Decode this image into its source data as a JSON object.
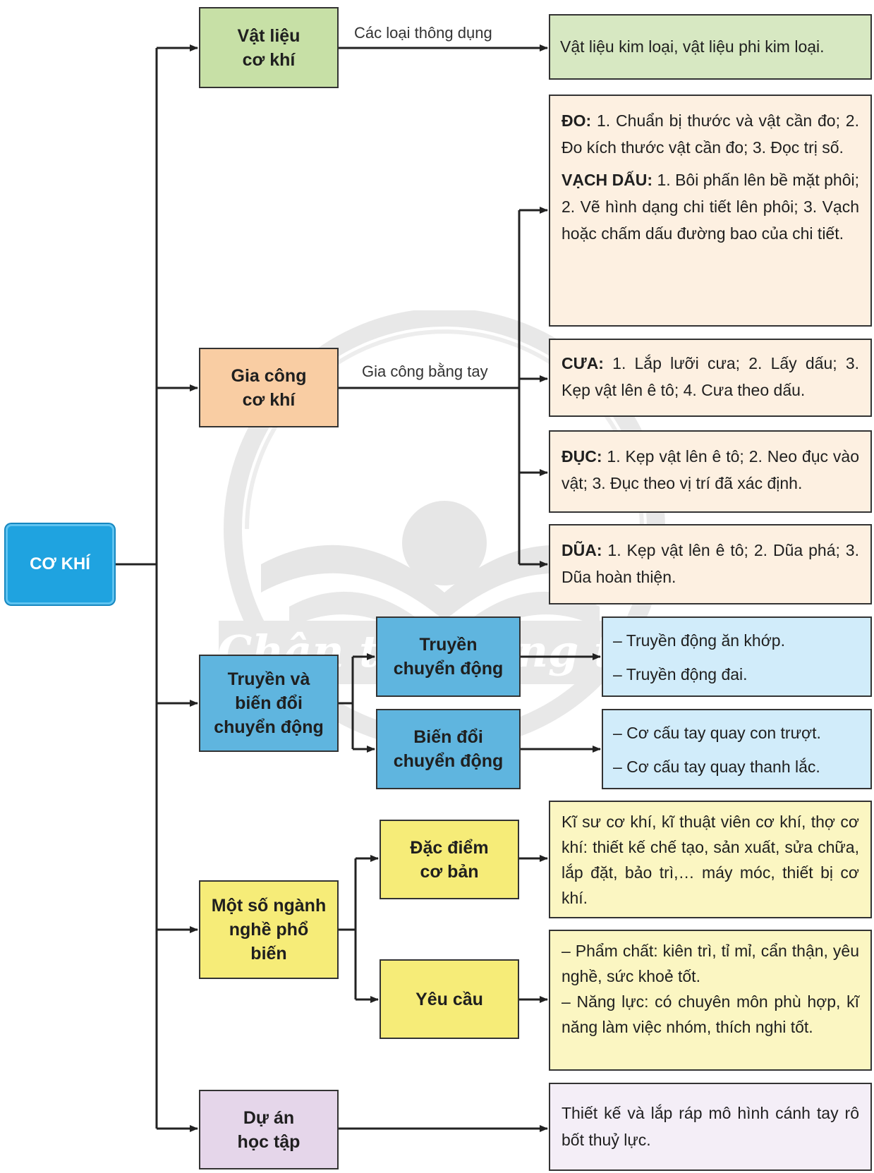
{
  "root": "CƠ KHÍ",
  "branches": {
    "vat_lieu": {
      "title": "Vật liệu cơ khí",
      "edge_label": "Các loại thông dụng",
      "detail": "Vật liệu kim loại, vật liệu phi kim loại."
    },
    "gia_cong": {
      "title": "Gia công cơ khí",
      "edge_label": "Gia công bằng tay",
      "items": [
        {
          "name": "ĐO:",
          "text": " 1. Chuẩn bị thước và vật cần đo; 2. Đo kích thước vật cần đo; 3. Đọc trị số.",
          "name2": "VẠCH DẤU:",
          "text2": " 1. Bôi phấn lên bề mặt phôi; 2. Vẽ hình dạng chi tiết lên phôi; 3. Vạch hoặc chấm dấu đường bao của chi tiết."
        },
        {
          "name": "CƯA:",
          "text": " 1. Lắp lưỡi cưa; 2. Lấy dấu; 3. Kẹp vật lên ê tô; 4. Cưa theo dấu."
        },
        {
          "name": "ĐỤC:",
          "text": " 1. Kẹp vật lên ê tô; 2. Neo đục vào vật; 3. Đục theo vị trí đã xác định."
        },
        {
          "name": "DŨA:",
          "text": " 1. Kẹp vật lên ê tô; 2. Dũa phá; 3. Dũa hoàn thiện."
        }
      ]
    },
    "truyen": {
      "title": "Truyền và biến đổi chuyển động",
      "sub1": {
        "title": "Truyền chuyển động",
        "lines": [
          "– Truyền động ăn khớp.",
          "– Truyền động đai."
        ]
      },
      "sub2": {
        "title": "Biến đổi chuyển động",
        "lines": [
          "– Cơ cấu tay quay con trượt.",
          "– Cơ cấu tay quay thanh lắc."
        ]
      }
    },
    "nganh_nghe": {
      "title": "Một số ngành nghề phổ biến",
      "sub1": {
        "title": "Đặc điểm cơ bản",
        "detail": "Kĩ sư cơ khí, kĩ thuật viên cơ khí, thợ cơ khí: thiết kế chế tạo, sản xuất, sửa chữa, lắp đặt, bảo trì,… máy móc, thiết bị cơ khí."
      },
      "sub2": {
        "title": "Yêu cầu",
        "lines": [
          "– Phẩm chất: kiên trì, tỉ mỉ, cẩn thận, yêu nghề, sức khoẻ tốt.",
          "– Năng lực: có chuyên môn phù hợp, kĩ năng làm việc nhóm, thích nghi tốt."
        ]
      }
    },
    "du_an": {
      "title": "Dự án học tập",
      "detail": "Thiết kế và lắp ráp mô hình cánh tay rô bốt thuỷ lực."
    }
  },
  "watermark_text": "Chân trời sáng tạo",
  "colors": {
    "root": "#1fa3e0",
    "green": "#c7e0a6",
    "orange": "#f9cda3",
    "blue": "#5fb5df",
    "yellow": "#f6ec78",
    "purple": "#e5d6ea"
  }
}
